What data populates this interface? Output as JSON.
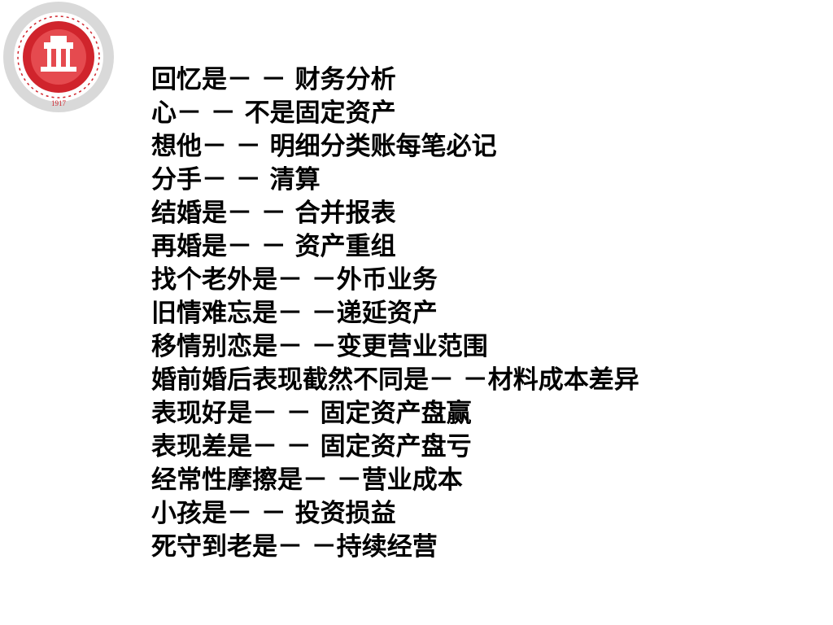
{
  "logo": {
    "kind": "university-seal",
    "year": "1917",
    "colors": {
      "ring": "#d9d9d9",
      "disc": "#d0242c",
      "inner": "#ffffff"
    }
  },
  "lines": [
    "回忆是－ － 财务分析",
    "心－ － 不是固定资产",
    "想他－ － 明细分类账每笔必记",
    "分手－ － 清算",
    "结婚是－ － 合并报表",
    "再婚是－ － 资产重组",
    "找个老外是－ －外币业务",
    "旧情难忘是－ －递延资产",
    "移情别恋是－ －变更营业范围",
    "婚前婚后表现截然不同是－ －材料成本差异",
    "表现好是－ － 固定资产盘赢",
    "表现差是－ － 固定资产盘亏",
    "经常性摩擦是－ －营业成本",
    "小孩是－ － 投资损益",
    "死守到老是－ －持续经营"
  ]
}
